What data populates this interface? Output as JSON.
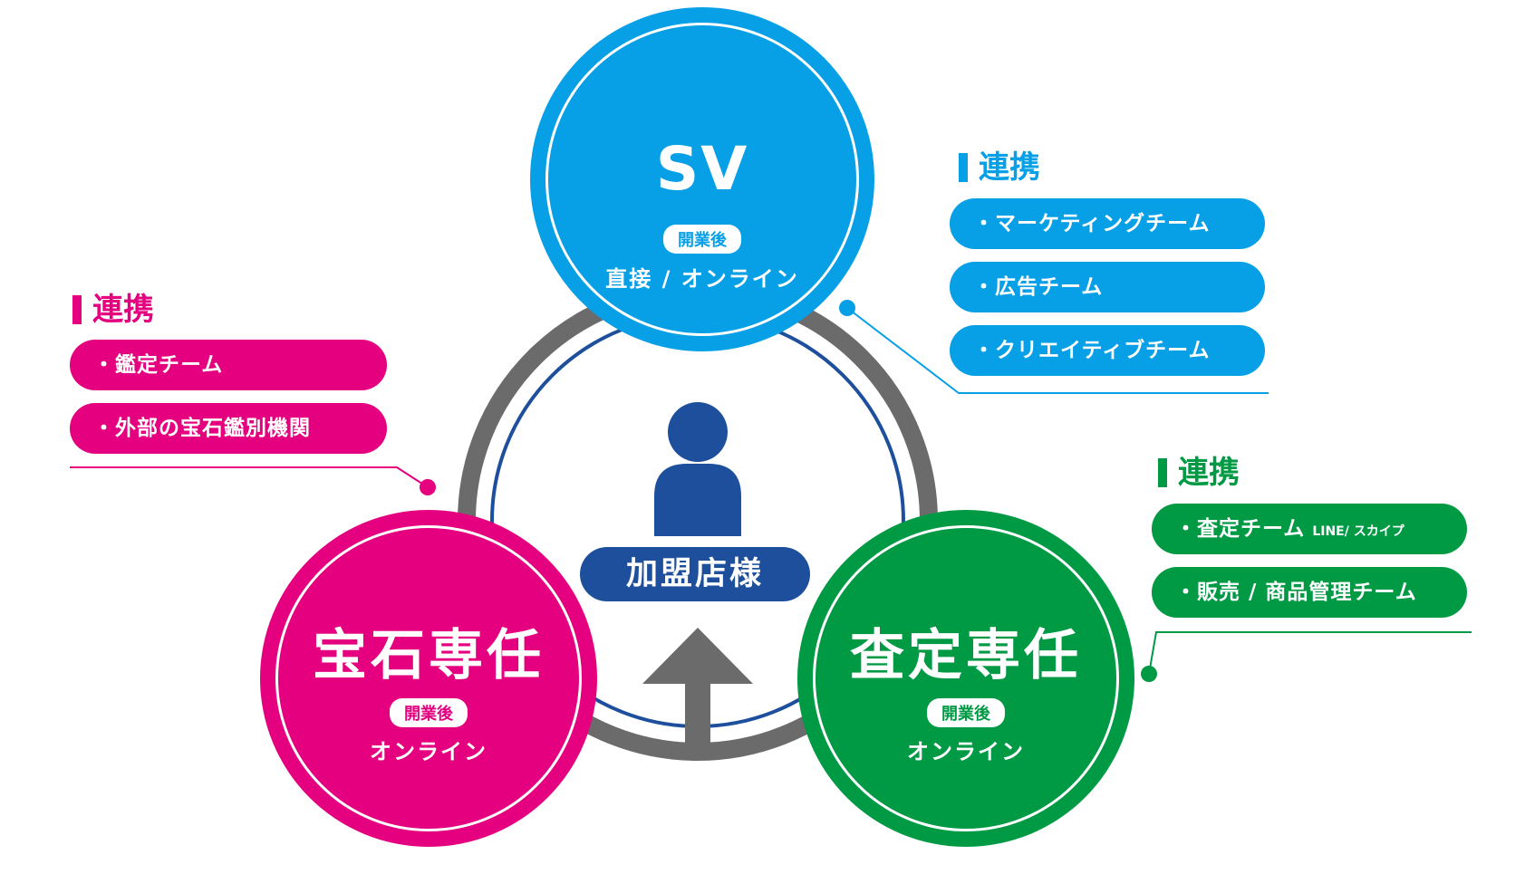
{
  "colors": {
    "sv": "#079fe6",
    "gem": "#e4007f",
    "appraisal": "#009944",
    "center": "#1e4f9c",
    "outer_ring": "#6b6b6b"
  },
  "hubs": {
    "sv": {
      "title": "SV",
      "tag": "開業後",
      "mode": "直接 / オンライン"
    },
    "gem": {
      "title": "宝石専任",
      "tag": "開業後",
      "mode": "オンライン"
    },
    "appraisal": {
      "title": "査定専任",
      "tag": "開業後",
      "mode": "オンライン"
    }
  },
  "center": {
    "label": "加盟店様",
    "icon": "person-icon"
  },
  "panels": {
    "sv": {
      "heading": "連携",
      "items": [
        "・マーケティングチーム",
        "・広告チーム",
        "・クリエイティブチーム"
      ]
    },
    "gem": {
      "heading": "連携",
      "items": [
        "・鑑定チーム",
        "・外部の宝石鑑別機関"
      ]
    },
    "appraisal": {
      "heading": "連携",
      "items": [
        "・査定チーム",
        "・販売 / 商品管理チーム"
      ],
      "item_note": "LINE/ スカイプ"
    }
  }
}
